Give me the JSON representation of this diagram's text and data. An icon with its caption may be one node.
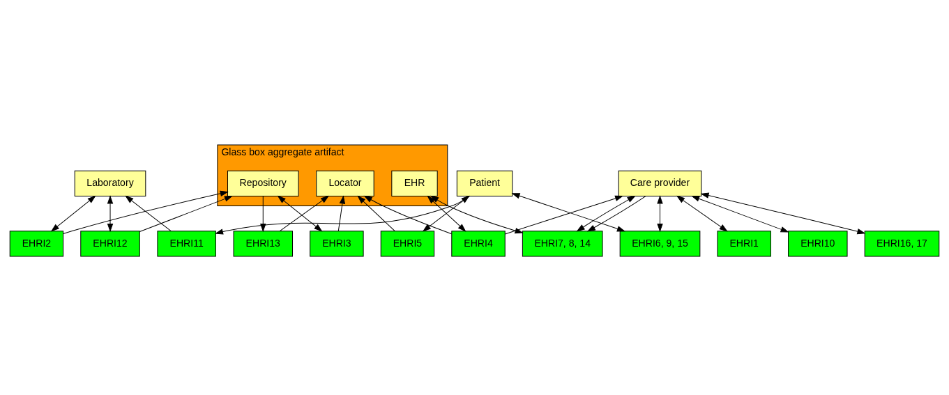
{
  "diagram": {
    "nodes": [
      {
        "text": [
          "Glass box aggregate artifact"
        ]
      },
      {
        "text": [
          "Patient"
        ]
      },
      {
        "text": [
          "Care provider"
        ]
      },
      {
        "text": [
          "Laboratory"
        ]
      },
      {
        "text": [
          "Repository"
        ],
        "in": 0
      },
      {
        "text": [
          "Locator"
        ],
        "in": 0
      },
      {
        "text": [
          "EHR"
        ],
        "in": 0
      },
      {
        "text": [
          "EHRI1"
        ]
      },
      {
        "text": [
          "EHRI2"
        ]
      },
      {
        "text": [
          "EHRI3"
        ]
      },
      {
        "text": [
          "EHRI4"
        ]
      },
      {
        "text": [
          "EHRI5"
        ]
      },
      {
        "text": [
          "EHRI6, 9, 15"
        ]
      },
      {
        "text": [
          "EHRI10"
        ]
      },
      {
        "text": [
          "EHRI12"
        ]
      },
      {
        "text": [
          "EHRI13"
        ]
      },
      {
        "text": [
          "EHRI16, 17"
        ]
      },
      {
        "text": [
          "EHRI11"
        ]
      },
      {
        "text": [
          "EHRI7, 8, 14"
        ]
      }
    ],
    "edges": [
      {
        "from": 1,
        "to": 11,
        "arrow": "both"
      },
      {
        "from": 1,
        "to": 12,
        "arrow": "both"
      },
      {
        "from": 1,
        "to": 17,
        "arrow": "to"
      },
      {
        "from": 2,
        "to": 16,
        "arrow": "both"
      },
      {
        "from": 2,
        "to": 7,
        "arrow": "both"
      },
      {
        "from": 2,
        "to": 12,
        "arrow": "both"
      },
      {
        "from": 2,
        "to": 13,
        "arrow": "both"
      },
      {
        "from": 2,
        "to": 18,
        "arrow": "both"
      },
      {
        "from": 2,
        "to": 18,
        "arrow": "to"
      },
      {
        "from": 10,
        "to": 2,
        "arrow": "to"
      },
      {
        "from": 17,
        "to": 3,
        "arrow": "to"
      },
      {
        "from": 3,
        "to": 8,
        "arrow": "both"
      },
      {
        "from": 3,
        "to": 14,
        "arrow": "both"
      },
      {
        "from": 8,
        "to": 4,
        "arrow": "to"
      },
      {
        "from": 4,
        "to": 9,
        "arrow": "both"
      },
      {
        "from": 4,
        "to": 15,
        "arrow": "to"
      },
      {
        "from": 14,
        "to": 4,
        "arrow": "to"
      },
      {
        "from": 9,
        "to": 5,
        "arrow": "to"
      },
      {
        "from": 11,
        "to": 5,
        "arrow": "to"
      },
      {
        "from": 10,
        "to": 5,
        "arrow": "to"
      },
      {
        "from": 15,
        "to": 5,
        "arrow": "to"
      },
      {
        "from": 6,
        "to": 10,
        "arrow": "both"
      },
      {
        "from": 6,
        "to": 18,
        "arrow": "both"
      }
    ]
  }
}
